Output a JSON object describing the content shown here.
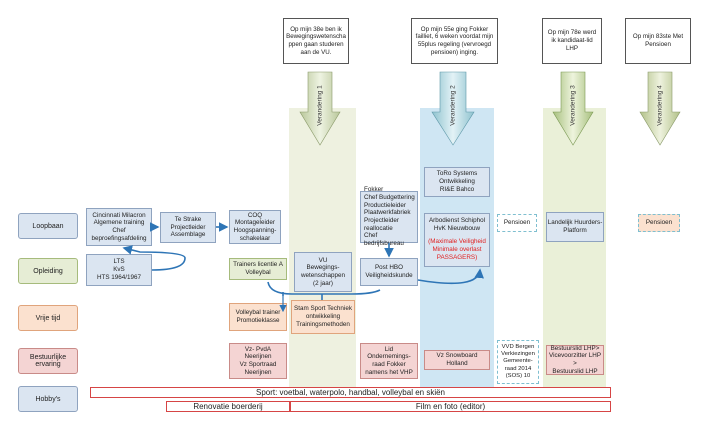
{
  "notes": [
    "Op mijn 38e ben ik Bewegingswetenscha ppen gaan studeren aan de VU.",
    "Op mijn 55e ging Fokker failliet, 6 weken voordat mijn 55plus regeling (vervroegd pensioen) inging.",
    "Op mijn 78e werd ik kandidaat-lid LHP",
    "Op mijn 83ste Met Pensioen"
  ],
  "arrows": [
    "Verandering 1",
    "Verandering 2",
    "Verandering 3",
    "Verandering 4"
  ],
  "rows": [
    "Loopbaan",
    "Opleiding",
    "Vrije tijd",
    "Bestuurlijke ervaring",
    "Hobby's"
  ],
  "loopbaan": {
    "cincinnati": "Cincinnati Milacron\nAlgemene training\nChef\nbeproefingsafdeling",
    "testrake": "Te Strake\nProjectleider\nAssemblage",
    "coq": "COQ\nMontageleider\nHoogspanning-\nschakelaar",
    "fokker": "Fokker\nChef Budgettering\nProductieleider\nPlaatwerkfabriek\nProjectleider\nreallocatie\nChef\nbedrijfsbureau",
    "toro": "ToRo Systems\nOntwikkeling\nRI&E Bahco",
    "arbo": "Arbodienst Schiphol\nHvK Nieuwbouw",
    "arbo_red": "(Maximale Veiligheid\nMinimale overlast\nPASSAGERS)",
    "pensioen1": "Pensioen",
    "lhp": "Landelijk Huurders-\nPlatform",
    "pensioen2": "Pensioen"
  },
  "opleiding": {
    "lts": "LTS\nKvS\nHTS 1964/1967",
    "trainers": "Trainers licentie A\nVolleybal",
    "vu": "VU\nBewegings-\nwetenschappen\n(2 jaar)",
    "hbo": "Post HBO\nVeiligheidskunde"
  },
  "vrije_tijd": {
    "volleybal": "Volleybal trainer\nPromotieklasse",
    "stam": "Stam Sport Techniek\nontwikkeling\nTrainingsmethoden"
  },
  "bestuur": {
    "vz_pvda": "Vz- PvdA\nNeerijnen\nVz Sportraad\nNeerijnen",
    "lid_or": "Lid\nOndernemings-\nraad Fokker\nnamens het VHP",
    "snowboard": "Vz Snowboard Holland",
    "vvd": "VVD Bergen\nVerkiezingen\nGemeente-\nraad 2014\n(SOS) 10",
    "bestuurslid": "Bestuurslid LHP>\nVicevoorzitter LHP >\nBestuurslid LHP"
  },
  "hobbies": {
    "sport": "Sport: voetbal, waterpolo, handbal, volleybal en skiën",
    "renovatie": "Renovatie boerderij",
    "film": "Film en foto (editor)"
  }
}
